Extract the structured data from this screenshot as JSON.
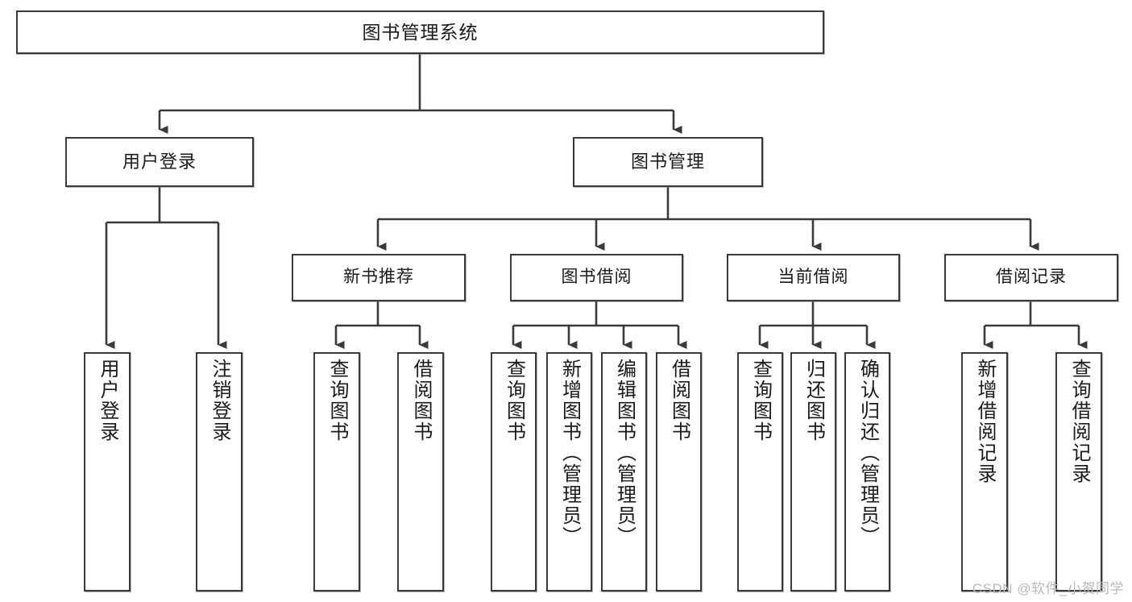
{
  "diagram": {
    "type": "tree",
    "title": "图书管理系统",
    "orientation": "top-down",
    "colors": {
      "border": "#3a3a3a",
      "fill": "#ffffff",
      "text": "#1a1a1a",
      "connector": "#3a3a3a",
      "watermark": "#b9b9b9"
    },
    "root": {
      "label": "图书管理系统"
    },
    "level1": [
      {
        "label": "用户登录"
      },
      {
        "label": "图书管理"
      }
    ],
    "level2": [
      {
        "label": "新书推荐"
      },
      {
        "label": "图书借阅"
      },
      {
        "label": "当前借阅"
      },
      {
        "label": "借阅记录"
      }
    ],
    "leaves": {
      "user_login": [
        {
          "label": "用户登录"
        },
        {
          "label": "注销登录"
        }
      ],
      "new_book_recommend": [
        {
          "label": "查询图书"
        },
        {
          "label": "借阅图书"
        }
      ],
      "book_borrow": [
        {
          "label": "查询图书"
        },
        {
          "label": "新增图书（管理员）"
        },
        {
          "label": "编辑图书（管理员）"
        },
        {
          "label": "借阅图书"
        }
      ],
      "current_borrow": [
        {
          "label": "查询图书"
        },
        {
          "label": "归还图书"
        },
        {
          "label": "确认归还（管理员）"
        }
      ],
      "borrow_record": [
        {
          "label": "新增借阅记录"
        },
        {
          "label": "查询借阅记录"
        }
      ]
    },
    "watermark": "CSDN @软件_小贺同学"
  }
}
